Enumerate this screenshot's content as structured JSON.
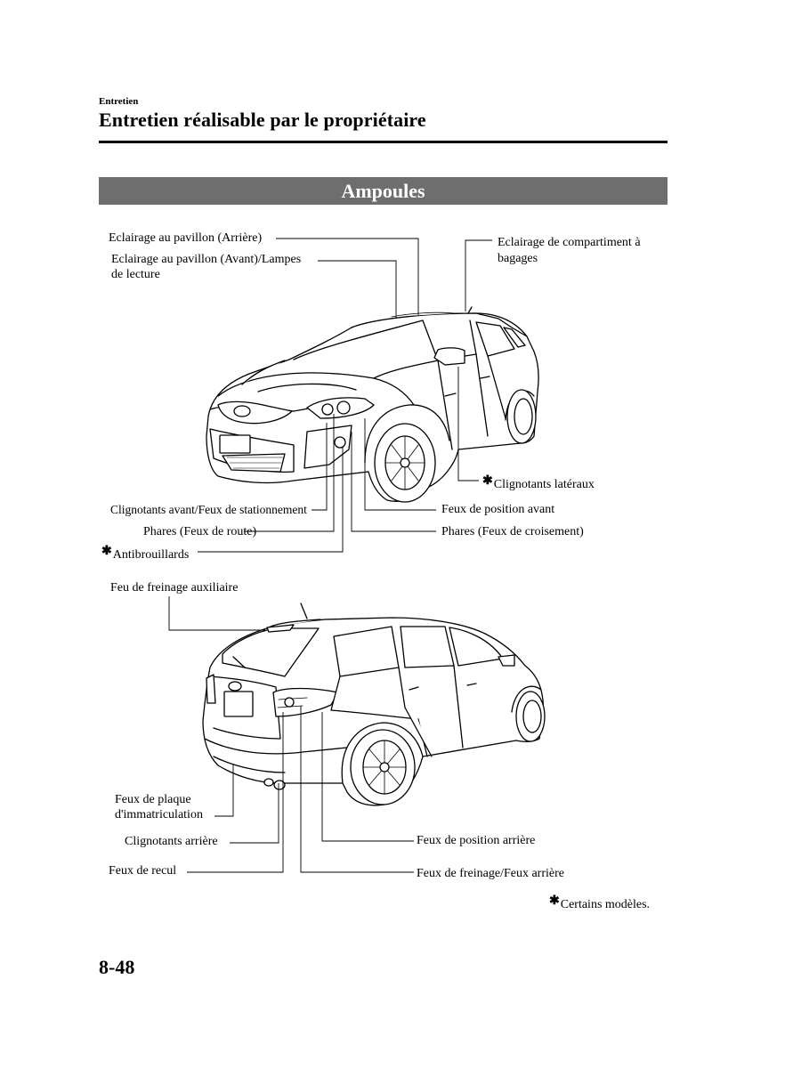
{
  "header": {
    "section": "Entretien",
    "title": "Entretien réalisable par le propriétaire"
  },
  "banner": {
    "title": "Ampoules"
  },
  "front_view": {
    "labels": {
      "roof_rear": "Eclairage au pavillon (Arrière)",
      "roof_front_1": "Eclairage au pavillon (Avant)/Lampes",
      "roof_front_2": "de lecture",
      "cargo_1": "Eclairage de compartiment à",
      "cargo_2": "bagages",
      "side_turn": "Clignotants latéraux",
      "front_turn_parking": "Clignotants avant/Feux de stationnement",
      "high_beam": "Phares (Feux de route)",
      "fog": "Antibrouillards",
      "front_position": "Feux de position avant",
      "low_beam": "Phares (Feux de croisement)"
    }
  },
  "rear_view": {
    "labels": {
      "high_brake": "Feu de freinage auxiliaire",
      "license_1": "Feux de plaque",
      "license_2": "d'immatriculation",
      "rear_turn": "Clignotants arrière",
      "reverse": "Feux de recul",
      "rear_position": "Feux de position arrière",
      "brake_tail": "Feux de freinage/Feux arrière"
    }
  },
  "footnote": "Certains modèles.",
  "asterisk": "✱",
  "page_number": "8-48"
}
